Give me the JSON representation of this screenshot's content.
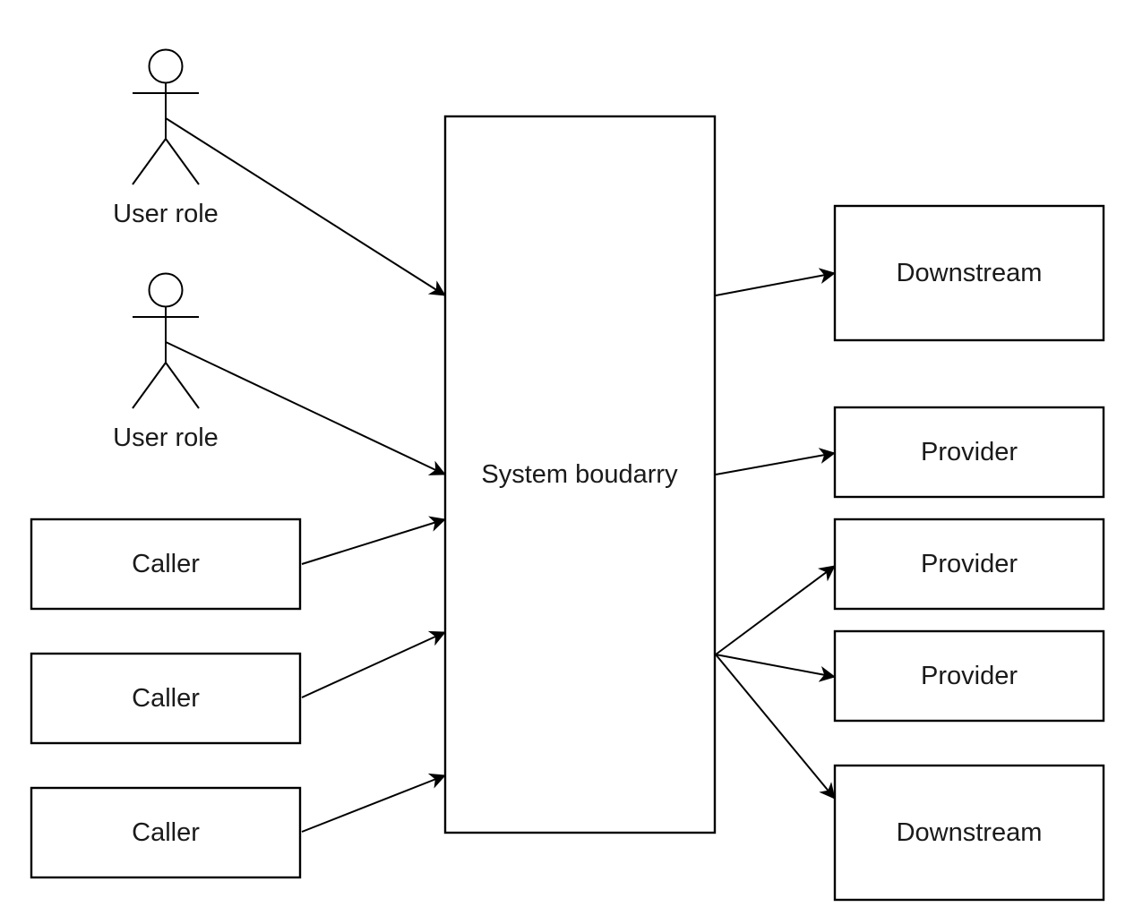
{
  "actors": [
    {
      "label": "User role"
    },
    {
      "label": "User role"
    }
  ],
  "system": {
    "label": "System boudarry"
  },
  "callers": [
    {
      "label": "Caller"
    },
    {
      "label": "Caller"
    },
    {
      "label": "Caller"
    }
  ],
  "targets": [
    {
      "label": "Downstream"
    },
    {
      "label": "Provider"
    },
    {
      "label": "Provider"
    },
    {
      "label": "Provider"
    },
    {
      "label": "Downstream"
    }
  ],
  "colors": {
    "stroke": "#000000",
    "fill": "#ffffff",
    "text": "#1a1a1a"
  }
}
